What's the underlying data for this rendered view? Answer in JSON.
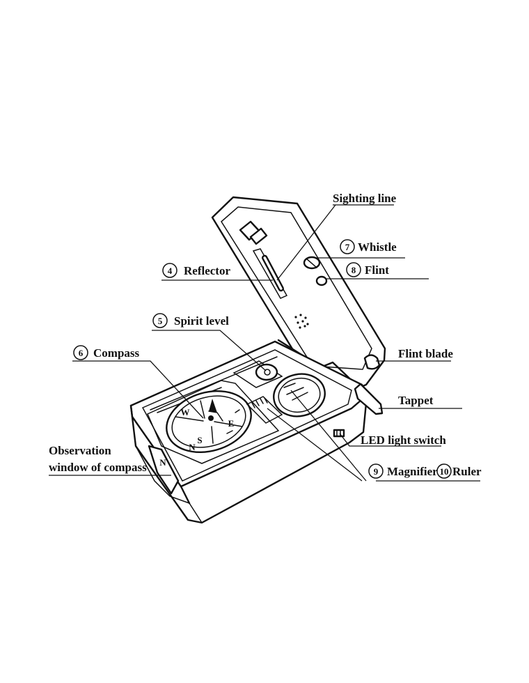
{
  "labels": {
    "sighting_line": "Sighting line",
    "whistle": "Whistle",
    "flint": "Flint",
    "reflector": "Reflector",
    "spirit_level": "Spirit level",
    "compass": "Compass",
    "flint_blade": "Flint blade",
    "tappet": "Tappet",
    "observation_line1": "Observation",
    "observation_line2": "window of compass",
    "led_switch": "LED light switch",
    "magnifier": "Magnifier",
    "ruler": "Ruler"
  },
  "numbers": {
    "reflector": "4",
    "spirit_level": "5",
    "compass": "6",
    "whistle": "7",
    "flint": "8",
    "magnifier": "9",
    "ruler": "10"
  },
  "dial_letters": {
    "w": "W",
    "s": "S",
    "e": "E",
    "n": "N",
    "window_n": "N"
  },
  "colors": {
    "ink": "#111111",
    "background": "#ffffff"
  }
}
